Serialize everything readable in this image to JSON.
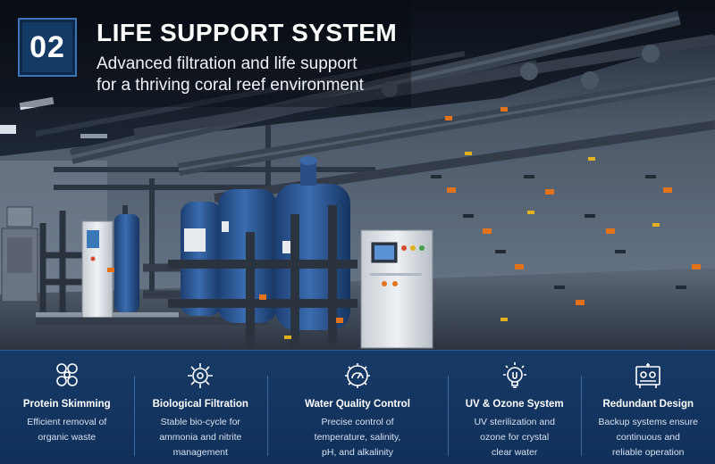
{
  "header": {
    "number": "02",
    "title": "LIFE SUPPORT SYSTEM",
    "subtitle_line1": "Advanced filtration and life support",
    "subtitle_line2": "for a thriving coral reef environment"
  },
  "features": [
    {
      "icon": "protein-skimmer-icon",
      "title": "Protein Skimming",
      "desc": [
        "Efficient removal of",
        "organic waste"
      ]
    },
    {
      "icon": "gear-icon",
      "title": "Biological Filtration",
      "desc": [
        "Stable bio-cycle for",
        "ammonia and nitrite",
        "management"
      ]
    },
    {
      "icon": "gauge-gear-icon",
      "title": "Water Quality Control",
      "desc": [
        "Precise control of",
        "temperature, salinity,",
        "pH, and alkalinity"
      ]
    },
    {
      "icon": "uv-bulb-icon",
      "title": "UV & Ozone System",
      "desc": [
        "UV sterilization and",
        "ozone for crystal",
        "clear water"
      ]
    },
    {
      "icon": "control-panel-icon",
      "title": "Redundant Design",
      "desc": [
        "Backup systems ensure",
        "continuous and",
        "reliable operation"
      ]
    }
  ],
  "colors": {
    "accent_blue": "#143a66",
    "strip_blue": "#173a66",
    "pipe_gray": "#3f4a58",
    "tank_blue": "#2f5d9e",
    "valve_orange": "#e2731c"
  }
}
